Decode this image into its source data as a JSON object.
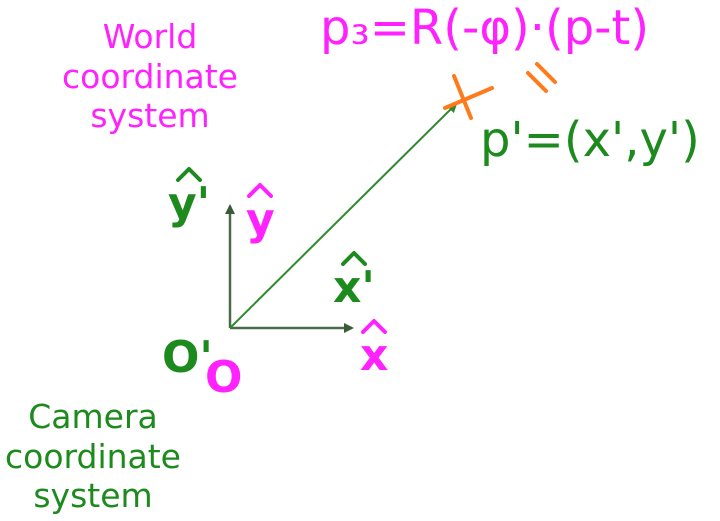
{
  "labels": {
    "world_system": [
      "World",
      "coordinate",
      "system"
    ],
    "camera_system": [
      "Camera",
      "coordinate",
      "system"
    ],
    "world_origin": "O",
    "camera_origin": "O'",
    "world_x": "x",
    "world_y": "y",
    "camera_x": "x'",
    "camera_y": "y'",
    "formula_p3": "p₃=R(-φ)·(p-t)",
    "formula_pprime": "p'=(x',y')",
    "equals": "="
  },
  "colors": {
    "world": "#ff22ff",
    "camera": "#1d8a1d",
    "point_marker": "#ff7a1a",
    "axes": "#3a6a3a"
  }
}
